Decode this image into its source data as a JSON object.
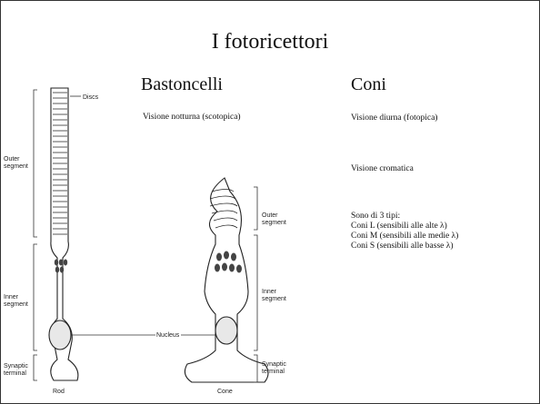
{
  "slide": {
    "title": "I fotoricettori",
    "rods": {
      "heading": "Bastoncelli",
      "night_vision": "Visione notturna (scotopica)"
    },
    "cones": {
      "heading": "Coni",
      "day_vision": "Visione diurna (fotopica)",
      "color_vision": "Visione cromatica",
      "types": {
        "intro": "Sono di 3 tipi:",
        "items": [
          "Coni L (sensibili alle alte λ)",
          "Coni M (sensibili alle medie λ)",
          "Coni S (sensibili alle basse λ)"
        ]
      }
    },
    "figure": {
      "labels": {
        "discs": "Discs",
        "outer_segment_line1": "Outer",
        "outer_segment_line2": "segment",
        "inner_segment_line1": "Inner",
        "inner_segment_line2": "segment",
        "nucleus": "Nucleus",
        "synaptic_line1": "Synaptic",
        "synaptic_line2": "terminal",
        "rod": "Rod",
        "cone": "Cone"
      }
    }
  }
}
